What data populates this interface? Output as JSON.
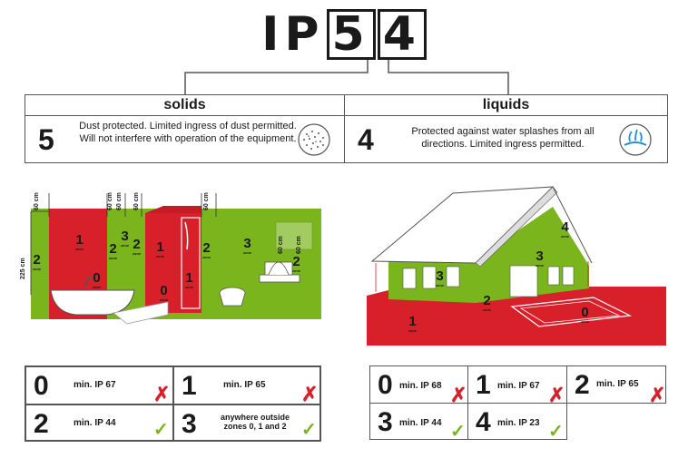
{
  "title": {
    "prefix": "IP",
    "digit1": "5",
    "digit2": "4"
  },
  "headers": {
    "solids": "solids",
    "liquids": "liquids"
  },
  "solids": {
    "number": "5",
    "text": "Dust protected. Limited ingress of dust permitted. Will not interfere with operation of the equipment.",
    "icon": "dust-particles-icon"
  },
  "liquids": {
    "number": "4",
    "text": "Protected against water splashes from all directions. Limited ingress permitted.",
    "icon": "water-splash-icon"
  },
  "colors": {
    "zone_red": "#d8202a",
    "zone_green": "#7ab51d",
    "cross": "#d8202a",
    "tick": "#7ab51d"
  },
  "bathroom": {
    "dims": {
      "d1": "60 cm",
      "d2": "60 cm",
      "d3": "60 cm",
      "d4": "60 cm",
      "d5": "60 cm",
      "d6": "60 cm",
      "d7": "60 cm",
      "height": "225 cm"
    },
    "zone_word": "zone",
    "zones": {
      "z1": "1",
      "z2": "2",
      "z3": "3",
      "z0": "0"
    }
  },
  "house": {
    "zone_word": "zone",
    "zones": {
      "z0": "0",
      "z1": "1",
      "z2": "2",
      "z3": "3",
      "z4": "4"
    }
  },
  "left_table": [
    {
      "number": "0",
      "label": "min. IP 67",
      "status": "✗"
    },
    {
      "number": "1",
      "label": "min. IP 65",
      "status": "✗"
    },
    {
      "number": "2",
      "label": "min. IP 44",
      "status": "✓"
    },
    {
      "number": "3",
      "label": "anywhere outside zones 0, 1 and 2",
      "status": "✓"
    }
  ],
  "right_table": [
    {
      "number": "0",
      "label": "min. IP 68",
      "status": "✗"
    },
    {
      "number": "1",
      "label": "min. IP 67",
      "status": "✗"
    },
    {
      "number": "2",
      "label": "min. IP 65",
      "status": "✗"
    },
    {
      "number": "3",
      "label": "min. IP 44",
      "status": "✓"
    },
    {
      "number": "4",
      "label": "min. IP 23",
      "status": "✓"
    }
  ]
}
